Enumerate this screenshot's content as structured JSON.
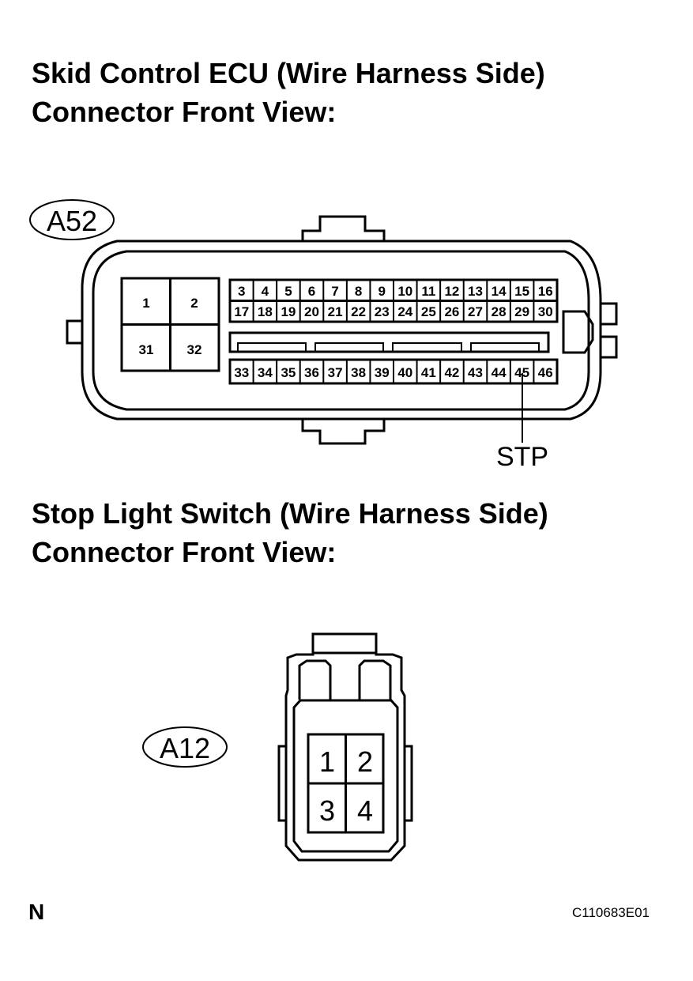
{
  "ecu_section": {
    "heading_line1": "Skid Control ECU (Wire Harness Side)",
    "heading_line2": "Connector Front View:",
    "connector_code": "A52",
    "big_pins_row1": [
      "1",
      "2"
    ],
    "big_pins_row2": [
      "31",
      "32"
    ],
    "pin_row1": [
      "3",
      "4",
      "5",
      "6",
      "7",
      "8",
      "9",
      "10",
      "11",
      "12",
      "13",
      "14",
      "15",
      "16"
    ],
    "pin_row2": [
      "17",
      "18",
      "19",
      "20",
      "21",
      "22",
      "23",
      "24",
      "25",
      "26",
      "27",
      "28",
      "29",
      "30"
    ],
    "pin_row3": [
      "33",
      "34",
      "35",
      "36",
      "37",
      "38",
      "39",
      "40",
      "41",
      "42",
      "43",
      "44",
      "45",
      "46"
    ],
    "callout_label": "STP"
  },
  "switch_section": {
    "heading_line1": "Stop Light Switch (Wire Harness Side)",
    "heading_line2": "Connector Front View:",
    "connector_code": "A12",
    "pins_row1": [
      "1",
      "2"
    ],
    "pins_row2": [
      "3",
      "4"
    ]
  },
  "footer": {
    "left_mark": "N",
    "figure_code": "C110683E01"
  }
}
